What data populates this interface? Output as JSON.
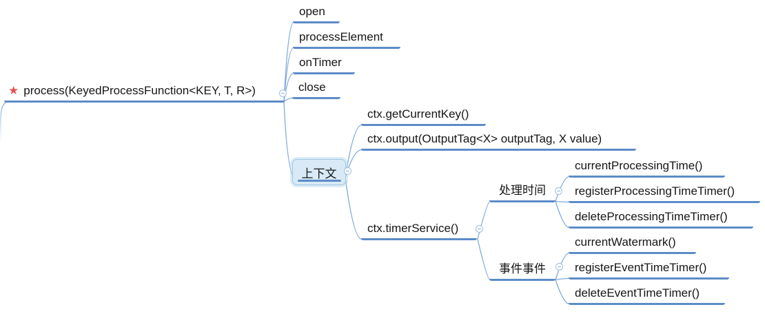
{
  "colors": {
    "branch": "#5c8bc7",
    "connector": "#7fa9da",
    "text": "#151515",
    "star": "#e2534f",
    "selected-fill": "#d9eaf6",
    "selected-border": "#9fc6e4"
  },
  "icons": {
    "star": "★"
  },
  "root": {
    "label": "process(KeyedProcessFunction<KEY, T, R>)",
    "marker": "red-star"
  },
  "children": [
    {
      "label": "open"
    },
    {
      "label": "processElement"
    },
    {
      "label": "onTimer"
    },
    {
      "label": "close"
    },
    {
      "label": "上下文",
      "selected": true,
      "children": [
        {
          "label": "ctx.getCurrentKey()"
        },
        {
          "label": "ctx.output(OutputTag<X> outputTag, X value)"
        },
        {
          "label": "ctx.timerService()",
          "children": [
            {
              "label": "处理时间",
              "children": [
                {
                  "label": "currentProcessingTime()"
                },
                {
                  "label": "registerProcessingTimeTimer()"
                },
                {
                  "label": "deleteProcessingTimeTimer()"
                }
              ]
            },
            {
              "label": "事件事件",
              "children": [
                {
                  "label": "currentWatermark()"
                },
                {
                  "label": "registerEventTimeTimer()"
                },
                {
                  "label": "deleteEventTimeTimer()"
                }
              ]
            }
          ]
        }
      ]
    }
  ]
}
